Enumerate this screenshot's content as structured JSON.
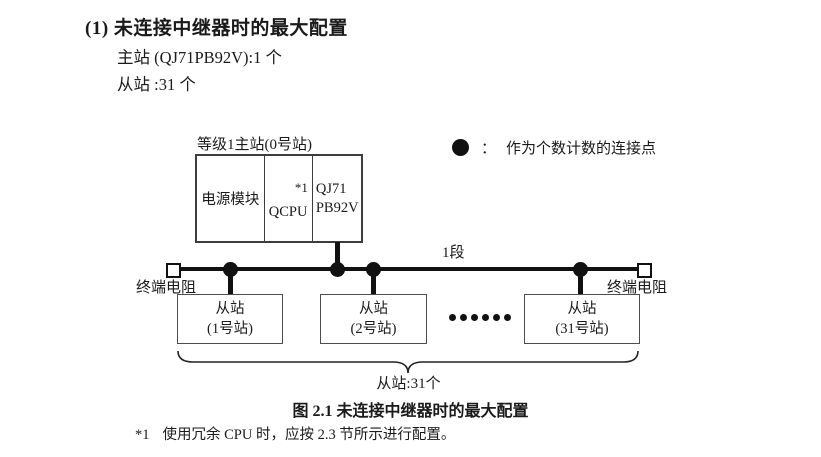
{
  "colors": {
    "ink": "#1a1a1a",
    "line": "#111111",
    "box_border": "#4d4d4d"
  },
  "page": {
    "heading": "(1) 未连接中继器时的最大配置",
    "spec_master": "主站 (QJ71PB92V):1 个",
    "spec_slave": "从站 :31 个"
  },
  "diagram": {
    "master_label": "等级1主站(0号站)",
    "master_modules": [
      {
        "label": "电源模块"
      },
      {
        "label": "QCPU",
        "note": "*1"
      },
      {
        "label_line1": "QJ71",
        "label_line2": "PB92V"
      }
    ],
    "legend": {
      "symbol": "connection-dot",
      "separator": "：",
      "text": "作为个数计数的连接点"
    },
    "segment_label": "1段",
    "terminator_left": "终端电阻",
    "terminator_right": "终端电阻",
    "slaves": [
      {
        "line1": "从站",
        "line2": "(1号站)"
      },
      {
        "line1": "从站",
        "line2": "(2号站)"
      },
      {
        "line1": "从站",
        "line2": "(31号站)"
      }
    ],
    "ellipsis_dots": 6,
    "brace_label": "从站:31个"
  },
  "caption": "图 2.1 未连接中继器时的最大配置",
  "footnote": {
    "marker": "*1",
    "text": "使用冗余 CPU 时，应按 2.3 节所示进行配置。"
  }
}
